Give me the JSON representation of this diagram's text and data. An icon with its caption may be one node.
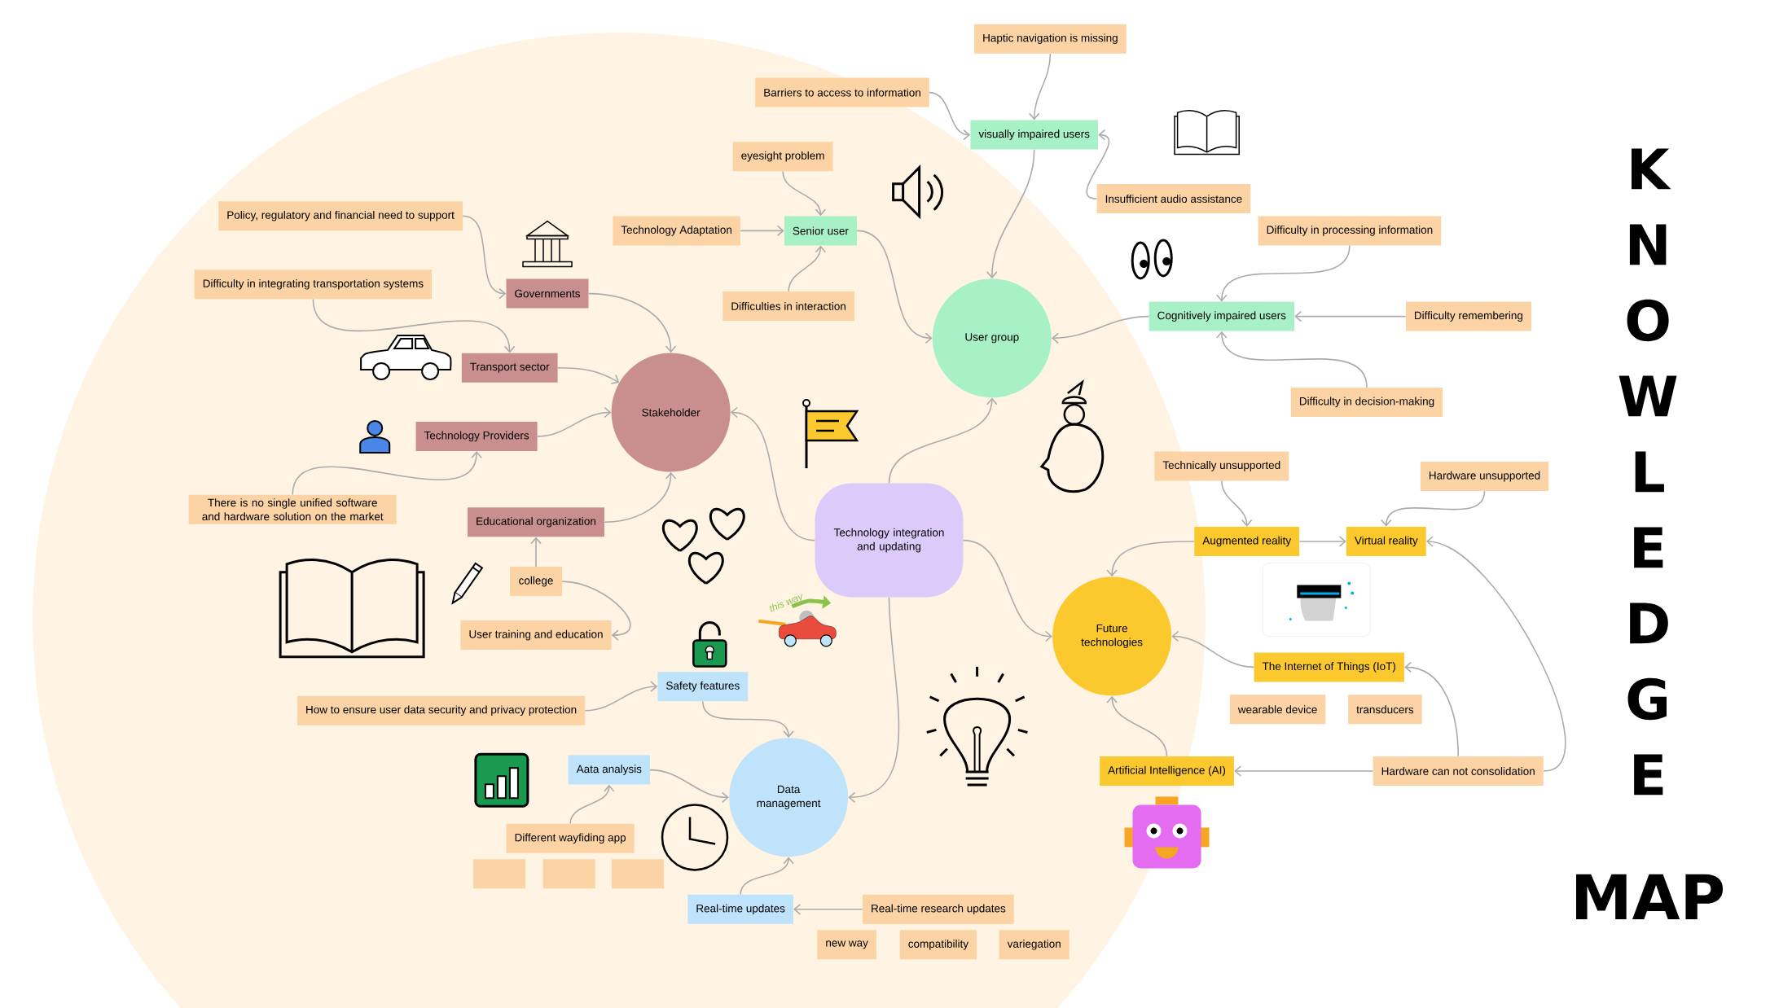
{
  "diagram": {
    "title": "KNOWLEDGE",
    "nodes": [
      {
        "text": [
          "Haptic navigation is missing"
        ]
      },
      {
        "text": [
          "Barriers to access to information"
        ]
      },
      {
        "text": [
          "visually impaired users"
        ]
      },
      {
        "text": [
          "eyesight problem"
        ]
      },
      {
        "text": [
          "Technology Adaptation"
        ]
      },
      {
        "text": [
          "Senior user"
        ]
      },
      {
        "text": [
          "Difficulties in interaction"
        ]
      },
      {
        "text": [
          "Insufficient audio assistance"
        ]
      },
      {
        "text": [
          "Difficulty in processing information"
        ]
      },
      {
        "text": [
          "Policy, regulatory and financial need to support"
        ]
      },
      {
        "text": [
          "Governments"
        ]
      },
      {
        "text": [
          "Difficulty in integrating transportation systems"
        ]
      },
      {
        "text": [
          "Transport sector"
        ]
      },
      {
        "text": [
          "Cognitively impaired users"
        ]
      },
      {
        "text": [
          "Difficulty remembering"
        ]
      },
      {
        "text": [
          "User group"
        ]
      },
      {
        "text": [
          "Difficulty in decision-making"
        ]
      },
      {
        "text": [
          "Stakeholder"
        ]
      },
      {
        "text": [
          "Technology Providers"
        ]
      },
      {
        "text": [
          "Technically unsupported"
        ]
      },
      {
        "text": [
          "Hardware unsupported"
        ]
      },
      {
        "text": [
          "There is no single unified software and hardware solution on the market"
        ]
      },
      {
        "text": [
          "Educational organization"
        ]
      },
      {
        "text": [
          "Technology integration and updating"
        ]
      },
      {
        "text": [
          "Augmented reality"
        ]
      },
      {
        "text": [
          "Virtual reality"
        ]
      },
      {
        "text": [
          "college"
        ]
      },
      {
        "text": [
          "Future technologies"
        ]
      },
      {
        "text": [
          "User training and education"
        ]
      },
      {
        "text": [
          "The Internet of Things (IoT)"
        ]
      },
      {
        "text": [
          "Safety features"
        ]
      },
      {
        "text": [
          "wearable device"
        ]
      },
      {
        "text": [
          "transducers"
        ]
      },
      {
        "text": [
          "How to ensure user data security and privacy protection"
        ]
      },
      {
        "text": [
          "Artificial Intelligence (AI)"
        ]
      },
      {
        "text": [
          "Hardware can not consolidation"
        ]
      },
      {
        "text": [
          "Data management"
        ]
      },
      {
        "text": [
          "Aata analysis"
        ]
      },
      {
        "text": [
          "Different wayfiding app"
        ]
      },
      {
        "text": [],
        "shape": "box"
      },
      {
        "text": [],
        "shape": "box"
      },
      {
        "text": [],
        "shape": "box"
      },
      {
        "text": [
          "Real-time updates"
        ]
      },
      {
        "text": [
          "Real-time research updates"
        ]
      },
      {
        "text": [
          "new way"
        ]
      },
      {
        "text": [
          "compatibility"
        ]
      },
      {
        "text": [
          "variegation"
        ]
      }
    ],
    "edges": [
      {
        "from": 0,
        "to": 2,
        "arrow": "to"
      },
      {
        "from": 1,
        "to": 2,
        "arrow": "to"
      },
      {
        "from": 7,
        "to": 2,
        "arrow": "to"
      },
      {
        "from": 3,
        "to": 5,
        "arrow": "to"
      },
      {
        "from": 4,
        "to": 5,
        "arrow": "to"
      },
      {
        "from": 6,
        "to": 5,
        "arrow": "to"
      },
      {
        "from": 2,
        "to": 15,
        "arrow": "to"
      },
      {
        "from": 5,
        "to": 15,
        "arrow": "to"
      },
      {
        "from": 8,
        "to": 13,
        "arrow": "to"
      },
      {
        "from": 14,
        "to": 13,
        "arrow": "to"
      },
      {
        "from": 16,
        "to": 13,
        "arrow": "to"
      },
      {
        "from": 13,
        "to": 15,
        "arrow": "to"
      },
      {
        "from": 9,
        "to": 10,
        "arrow": "to"
      },
      {
        "from": 11,
        "to": 12,
        "arrow": "to"
      },
      {
        "from": 10,
        "to": 17,
        "arrow": "to"
      },
      {
        "from": 12,
        "to": 17,
        "arrow": "to"
      },
      {
        "from": 18,
        "to": 17,
        "arrow": "to"
      },
      {
        "from": 21,
        "to": 18,
        "arrow": "to"
      },
      {
        "from": 22,
        "to": 17,
        "arrow": "to"
      },
      {
        "from": 26,
        "to": 22,
        "arrow": "to"
      },
      {
        "from": 26,
        "to": 28,
        "arrow": "to"
      },
      {
        "from": 23,
        "to": 17,
        "arrow": "to"
      },
      {
        "from": 23,
        "to": 15,
        "arrow": "to"
      },
      {
        "from": 23,
        "to": 27,
        "arrow": "to"
      },
      {
        "from": 23,
        "to": 36,
        "arrow": "to"
      },
      {
        "from": 19,
        "to": 24,
        "arrow": "to"
      },
      {
        "from": 20,
        "to": 25,
        "arrow": "to"
      },
      {
        "from": 24,
        "to": 25,
        "arrow": "to"
      },
      {
        "from": 24,
        "to": 27,
        "arrow": "to"
      },
      {
        "from": 35,
        "to": 25,
        "arrow": "to"
      },
      {
        "from": 29,
        "to": 27,
        "arrow": "to"
      },
      {
        "from": 35,
        "to": 29,
        "arrow": "to"
      },
      {
        "from": 34,
        "to": 27,
        "arrow": "to"
      },
      {
        "from": 35,
        "to": 34,
        "arrow": "to"
      },
      {
        "from": 33,
        "to": 30,
        "arrow": "to"
      },
      {
        "from": 30,
        "to": 36,
        "arrow": "to"
      },
      {
        "from": 37,
        "to": 36,
        "arrow": "to"
      },
      {
        "from": 38,
        "to": 37,
        "arrow": "to"
      },
      {
        "from": 42,
        "to": 36,
        "arrow": "to"
      },
      {
        "from": 43,
        "to": 42,
        "arrow": "to"
      }
    ],
    "labels": [
      "this way",
      "MAP"
    ]
  }
}
